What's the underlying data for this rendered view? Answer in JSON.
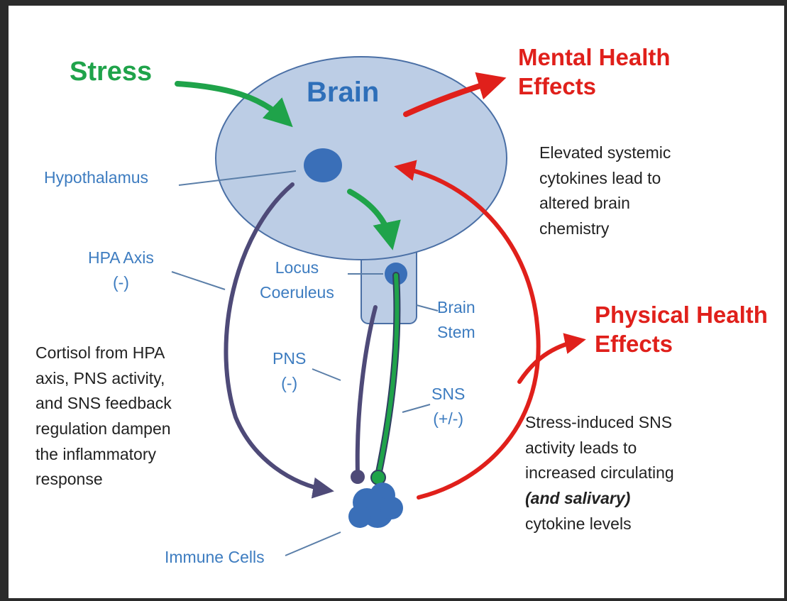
{
  "colors": {
    "stress": "#1fa34a",
    "effects": "#e0201b",
    "structure_label": "#3d7cc0",
    "brain_fill": "#bccde5",
    "brain_stroke": "#4a6fa5",
    "node": "#3a6fb8",
    "inhibit_path": "#4e4a78",
    "text": "#222222"
  },
  "labels": {
    "stress": "Stress",
    "brain": "Brain",
    "mental_effects": [
      "Mental Health",
      "Effects"
    ],
    "physical_effects": [
      "Physical Health",
      "Effects"
    ],
    "hypothalamus": "Hypothalamus",
    "hpa_axis": [
      "HPA Axis",
      "(-)"
    ],
    "locus_coeruleus": [
      "Locus",
      "Coeruleus"
    ],
    "brain_stem": [
      "Brain",
      "Stem"
    ],
    "pns": [
      "PNS",
      "(-)"
    ],
    "sns": [
      "SNS",
      "(+/-)"
    ],
    "immune_cells": "Immune Cells"
  },
  "notes": {
    "cytokines_brain": [
      "Elevated systemic",
      "cytokines lead to",
      "altered brain",
      "chemistry"
    ],
    "cortisol": [
      "Cortisol from HPA",
      "axis, PNS activity,",
      "and SNS feedback",
      "regulation dampen",
      "the inflammatory",
      "response"
    ],
    "sns_activity": {
      "lines": [
        "Stress-induced SNS",
        "activity leads to",
        "increased circulating"
      ],
      "emphasis": "(and salivary)",
      "last": "cytokine levels"
    }
  }
}
